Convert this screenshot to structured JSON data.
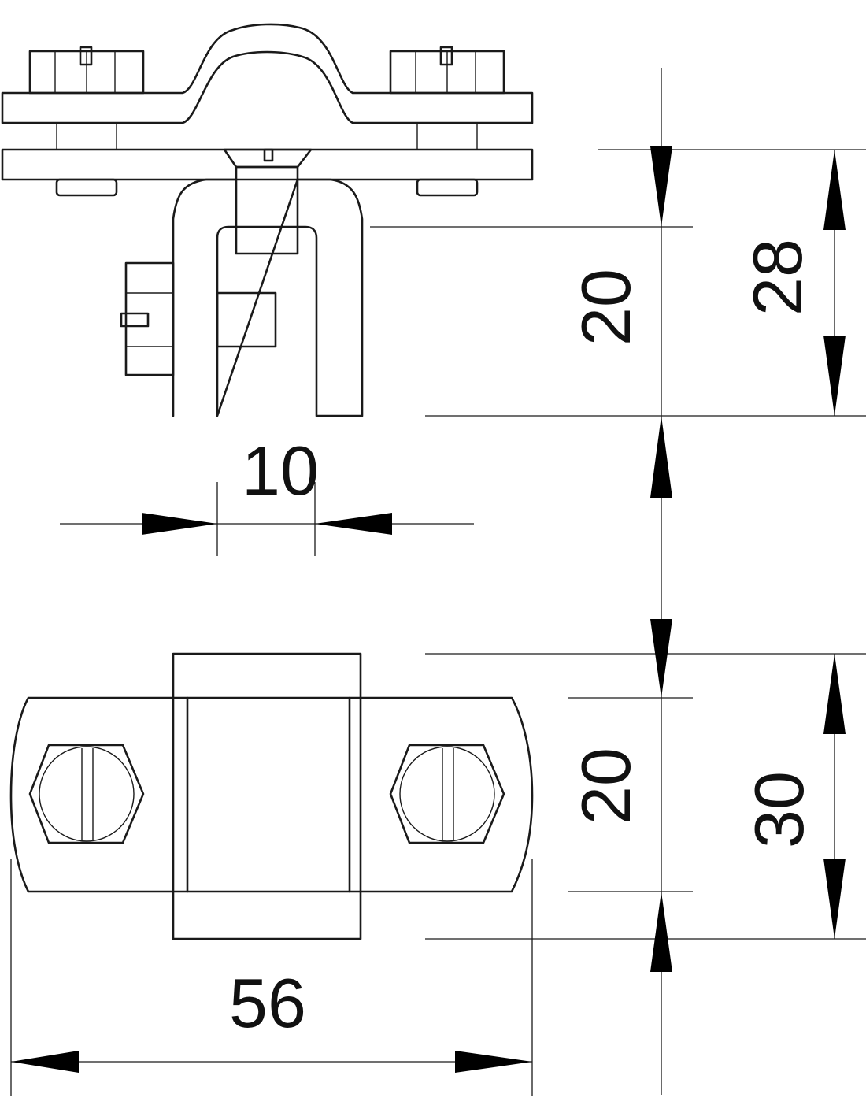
{
  "dimensions": {
    "top_width": "10",
    "top_height_inner": "20",
    "top_height_total": "28",
    "bottom_height_inner": "20",
    "bottom_height_total": "30",
    "bottom_width": "56"
  },
  "colors": {
    "line": "#1a1a1a",
    "background": "#ffffff"
  }
}
